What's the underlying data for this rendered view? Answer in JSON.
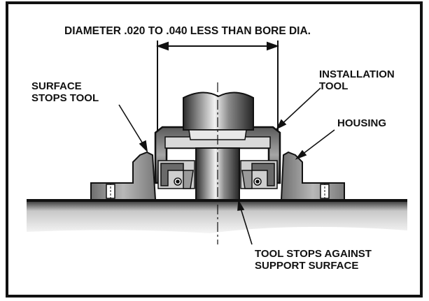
{
  "labels": {
    "dimension": "DIAMETER .020 TO .040 LESS THAN BORE DIA.",
    "installation_tool": [
      "INSTALLATION",
      "TOOL"
    ],
    "surface_stops_tool": [
      "SURFACE",
      "STOPS TOOL"
    ],
    "housing": "HOUSING",
    "tool_stops": [
      "TOOL STOPS AGAINST",
      "SUPPORT SURFACE"
    ]
  },
  "colors": {
    "frame": "#111111",
    "metal_dark": "#2a2a2a",
    "metal_mid": "#8c8c8c",
    "metal_light": "#e6e6e6",
    "housing_fill": "#9a9a9a"
  }
}
